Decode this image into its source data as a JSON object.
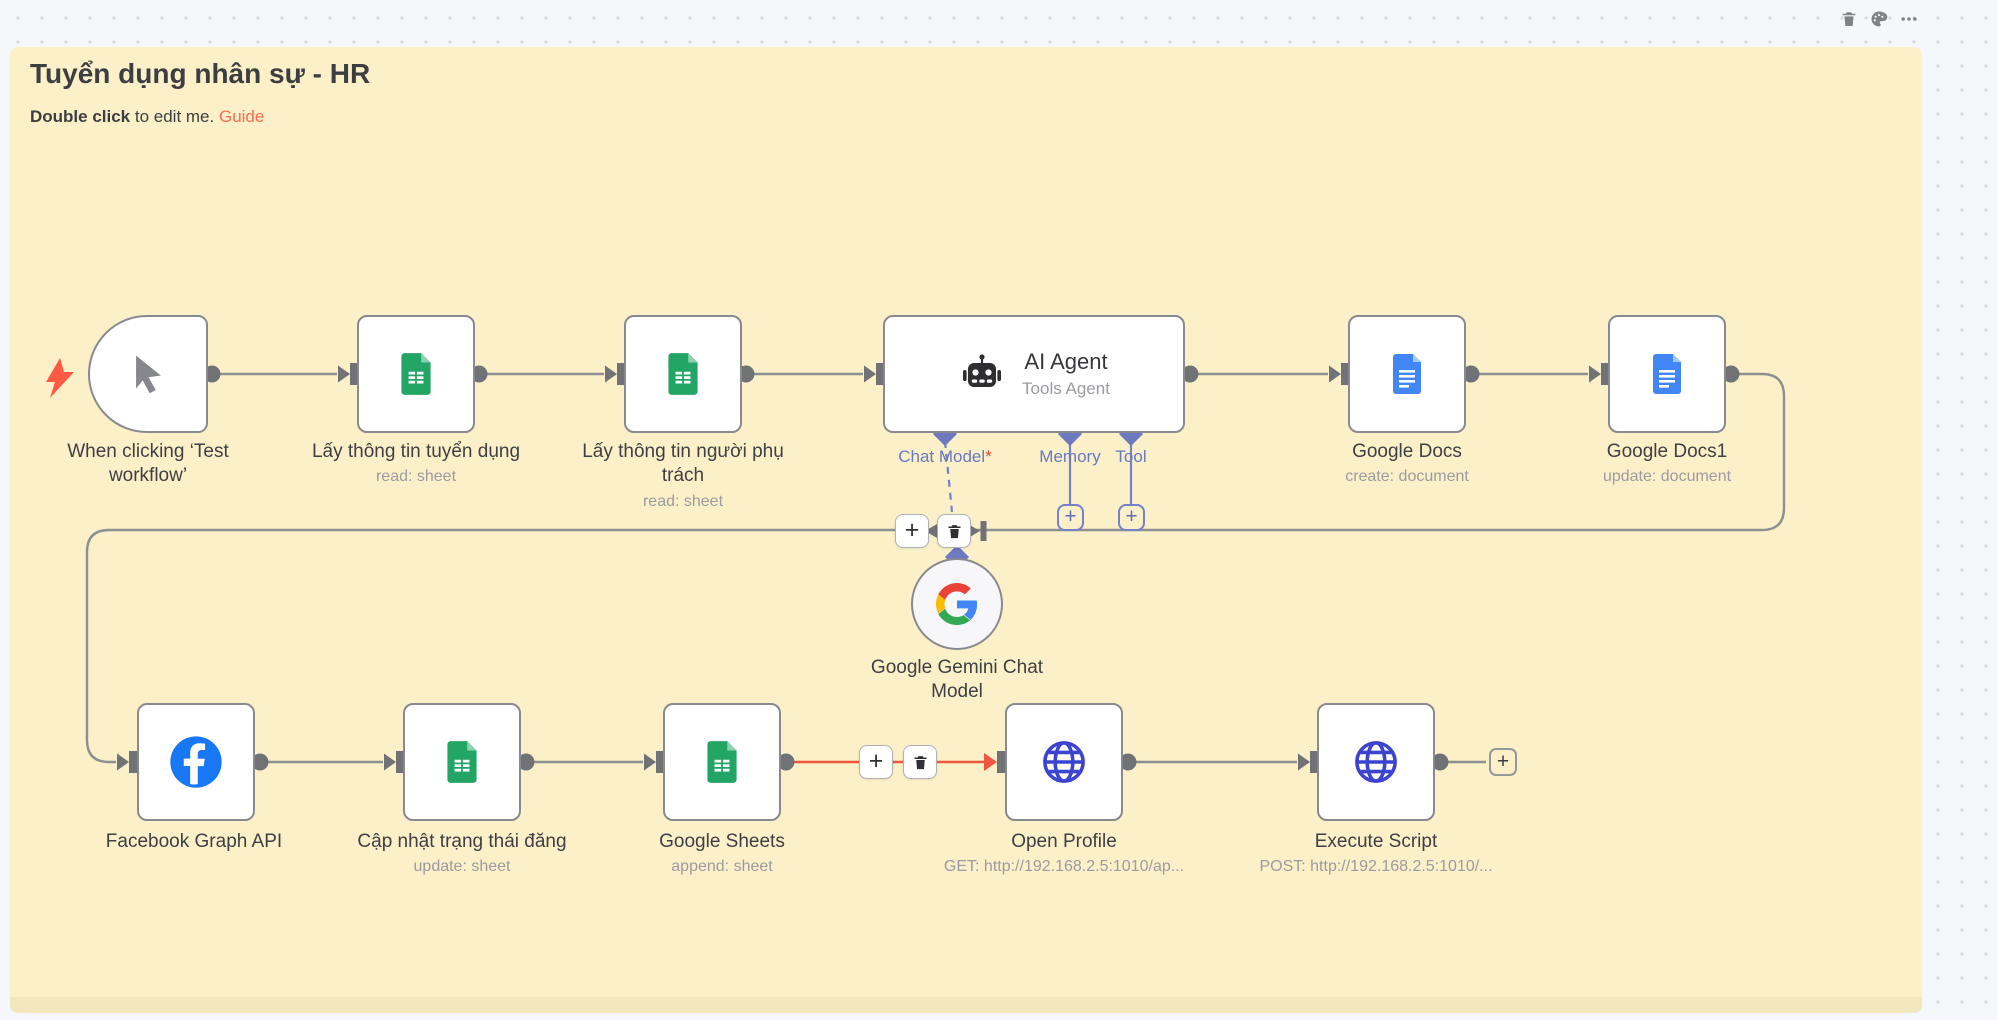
{
  "sticky_note": {
    "title": "Tuyển dụng nhân sự - HR",
    "hint_bold": "Double click",
    "hint_rest": " to edit me. ",
    "hint_link": "Guide"
  },
  "toolbar": {
    "icons": [
      "trash",
      "palette",
      "more-options"
    ]
  },
  "workflow": {
    "nodes": {
      "trigger": {
        "label": "When clicking ‘Test workflow’"
      },
      "sheets_read_recruitment": {
        "label": "Lấy thông tin tuyển dụng",
        "subtitle": "read: sheet"
      },
      "sheets_read_manager": {
        "label": "Lấy thông tin người phụ trách",
        "subtitle": "read: sheet"
      },
      "ai_agent": {
        "label": "AI Agent",
        "subtitle": "Tools Agent"
      },
      "google_docs": {
        "label": "Google Docs",
        "subtitle": "create: document"
      },
      "google_docs_1": {
        "label": "Google Docs1",
        "subtitle": "update: document"
      },
      "gemini": {
        "label": "Google Gemini Chat Model"
      },
      "facebook": {
        "label": "Facebook Graph API"
      },
      "sheets_update_status": {
        "label": "Cập nhật trạng thái đăng",
        "subtitle": "update: sheet"
      },
      "sheets_append": {
        "label": "Google Sheets",
        "subtitle": "append: sheet"
      },
      "open_profile": {
        "label": "Open Profile",
        "subtitle": "GET: http://192.168.2.5:1010/ap..."
      },
      "execute_script": {
        "label": "Execute Script",
        "subtitle": "POST: http://192.168.2.5:1010/..."
      }
    },
    "agent_ports": {
      "chat_model": {
        "label": "Chat Model",
        "required_mark": "*"
      },
      "memory": {
        "label": "Memory"
      },
      "tool": {
        "label": "Tool"
      }
    }
  },
  "ui": {
    "plus": "+"
  },
  "colors": {
    "canvas_bg": "#f6f7fb",
    "sticky_bg": "#fbf0c8",
    "connection": "#8e8f93",
    "connection_highlight": "#f0553f",
    "port_accent": "#7581c8",
    "link": "#ff6a55"
  }
}
